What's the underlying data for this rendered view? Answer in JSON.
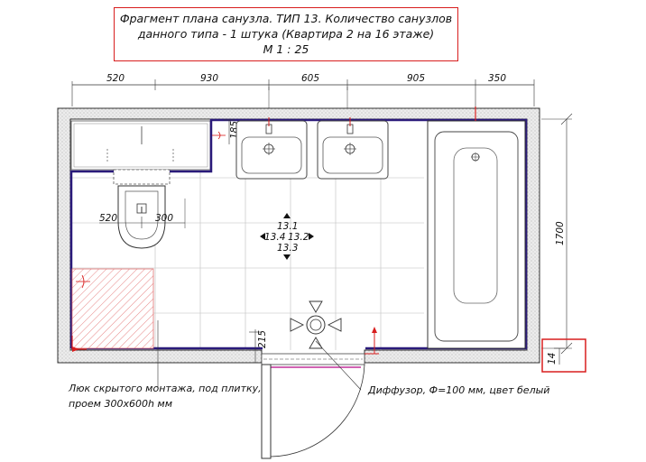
{
  "title": {
    "line1": "Фрагмент плана санузла. ТИП 13. Количество санузлов",
    "line2": "данного типа - 1 штука (Квартира 2 на 16 этаже)",
    "scale": "М 1 : 25"
  },
  "dimensions": {
    "top": [
      "520",
      "930",
      "605",
      "905",
      "350"
    ],
    "niche_depth": "185",
    "wc_left": "520",
    "wc_right": "300",
    "right_height": "1700",
    "door_height": "215",
    "right_small": "14"
  },
  "room_labels": {
    "top": "13.1",
    "left": "13.4",
    "right": "13.2",
    "bottom": "13.3"
  },
  "notes": {
    "hatch_line1": "Люк скрытого монтажа, под плитку,",
    "hatch_line2": "проем 300х600h мм",
    "diffuser": "Диффузор, Ф=100 мм, цвет белый"
  },
  "colors": {
    "accent": "#d81e1e",
    "outline": "#2a1a7a",
    "door": "#c0309a"
  }
}
